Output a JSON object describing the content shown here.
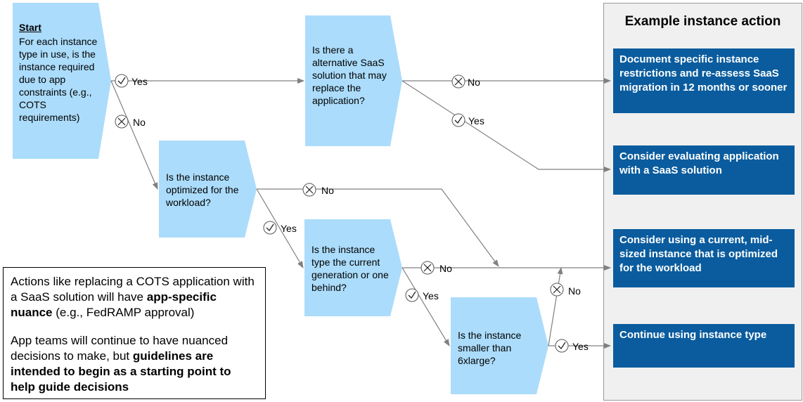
{
  "start": {
    "heading": "Start",
    "text": "For each instance type in use, is the instance required due to app constraints (e.g., COTS requirements)"
  },
  "questions": {
    "saas": "Is there a alternative SaaS solution that may replace the application?",
    "optimized": "Is the instance optimized for the workload?",
    "generation": "Is the instance type the current generation or one behind?",
    "size": "Is the instance smaller than 6xlarge?"
  },
  "branches": {
    "yes": "Yes",
    "no": "No"
  },
  "panel": {
    "title": "Example instance action",
    "actions": [
      "Document specific instance restrictions and re-assess SaaS migration in 12 months or sooner",
      "Consider evaluating application with a SaaS solution",
      "Consider using a current, mid-sized instance that is optimized for the workload",
      "Continue using instance type"
    ]
  },
  "note": {
    "p1_plain": "Actions like replacing a COTS application with a SaaS solution will have ",
    "p1_bold": "app-specific nuance",
    "p1_end": " (e.g., FedRAMP approval)",
    "p2_plain": "App teams will continue to have nuanced decisions to make, but ",
    "p2_bold": "guidelines are intended to begin as a starting point to help guide decisions"
  },
  "colors": {
    "chevron": "#abdcfb",
    "action_box": "#0a5c9e",
    "panel_bg": "#f0f0f0",
    "arrow": "#808080"
  }
}
